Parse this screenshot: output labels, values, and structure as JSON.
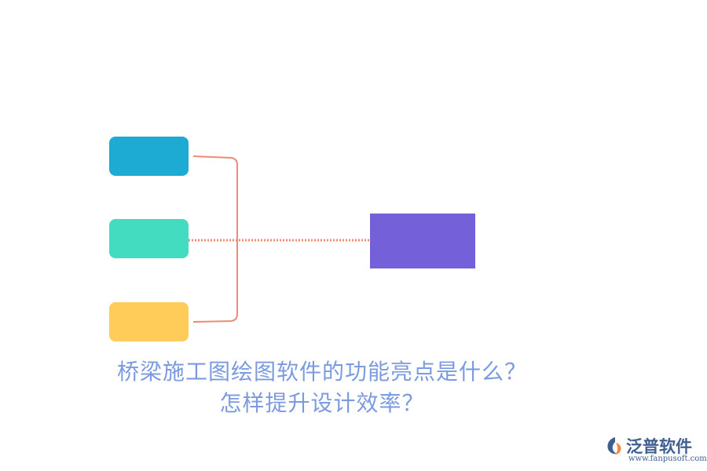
{
  "diagram": {
    "nodes": [
      {
        "id": "top",
        "color": "#1EABD3"
      },
      {
        "id": "middle",
        "color": "#44DCC0"
      },
      {
        "id": "bottom",
        "color": "#FFCC5A"
      }
    ],
    "center_node": {
      "color": "#7460D9"
    },
    "connector_color": "#F08A73"
  },
  "caption": {
    "line1": "桥梁施工图绘图软件的功能亮点是什么？",
    "line2": "怎样提升设计效率？",
    "color": "#7B9ADF"
  },
  "logo": {
    "name": "泛普软件",
    "url": "www.fanpusoft.com",
    "name_color": "#3F5F91",
    "url_color": "#3F5F91",
    "mark_colors": [
      "#3F5F91",
      "#F08A3C"
    ]
  }
}
